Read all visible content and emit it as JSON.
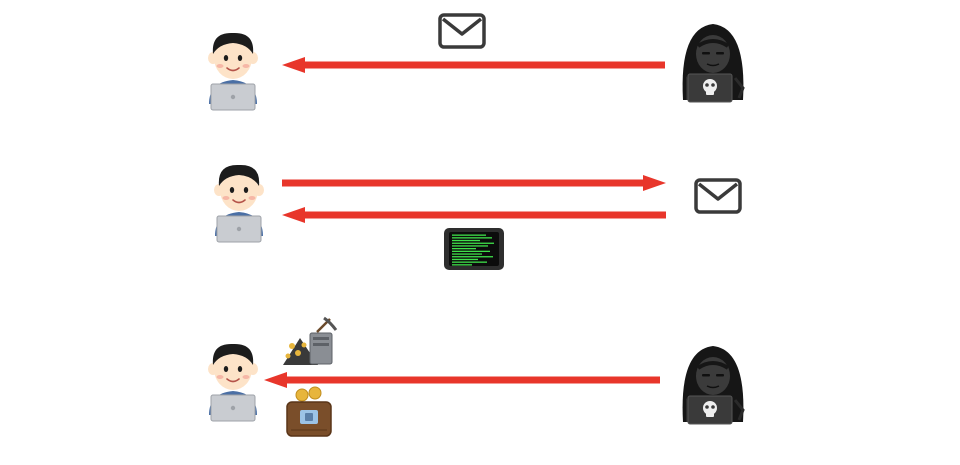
{
  "diagram": {
    "background": "#ffffff",
    "colors": {
      "arrow": "#e8362b",
      "skin": "#fde3c8",
      "hair": "#1c1c1c",
      "shirt": "#4a6fa5",
      "laptop": "#c9ccd1",
      "hood": "#161616",
      "envelope_stroke": "#3a3a3a",
      "terminal_text": "#3fe04a"
    },
    "rows": [
      {
        "actors": [
          "user",
          "hacker"
        ],
        "arrows": [
          {
            "direction": "left"
          }
        ],
        "items": [
          "envelope-icon"
        ]
      },
      {
        "actors": [
          "user"
        ],
        "arrows": [
          {
            "direction": "right"
          },
          {
            "direction": "left"
          }
        ],
        "items": [
          "envelope-icon",
          "terminal-screen-icon"
        ]
      },
      {
        "actors": [
          "user",
          "hacker"
        ],
        "arrows": [
          {
            "direction": "left"
          }
        ],
        "items": [
          "crypto-mining-icon",
          "wallet-coins-icon"
        ]
      }
    ]
  }
}
